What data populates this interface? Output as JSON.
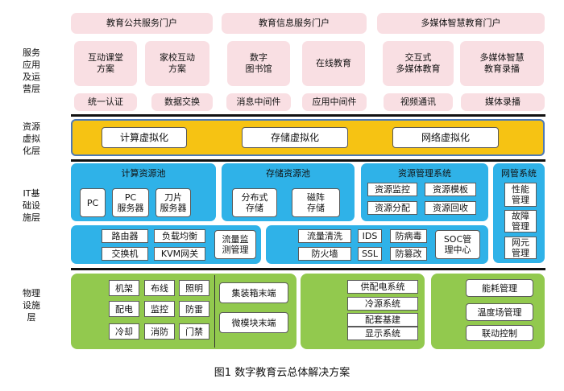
{
  "layers": {
    "service": "服务\n应用\n及运\n营层",
    "resource": "资源\n虚拟\n化层",
    "it": "IT基\n础设\n施层",
    "physical": "物理\n设施\n层"
  },
  "portals": [
    "教育公共服务门户",
    "教育信息服务门户",
    "多媒体智慧教育门户"
  ],
  "apps": [
    "互动课堂\n方案",
    "家校互动\n方案",
    "数字\n图书馆",
    "在线教育",
    "交互式\n多媒体教育",
    "多媒体智慧\n教育录播"
  ],
  "services": [
    "统一认证",
    "数据交换",
    "消息中间件",
    "应用中间件",
    "视频通讯",
    "媒体录播"
  ],
  "virtualization": [
    "计算虚拟化",
    "存储虚拟化",
    "网络虚拟化"
  ],
  "it": {
    "compute_pool": {
      "title": "计算资源池",
      "items": [
        "PC",
        "PC\n服务器",
        "刀片\n服务器"
      ]
    },
    "storage_pool": {
      "title": "存储资源池",
      "items": [
        "分布式\n存储",
        "磁阵\n存储"
      ]
    },
    "resource_mgmt": {
      "title": "资源管理系统",
      "items": [
        "资源监控",
        "资源模板",
        "资源分配",
        "资源回收"
      ]
    },
    "network_mgmt": {
      "title": "网管系统",
      "items": [
        "性能\n管理",
        "故障\n管理",
        "网元\n管理"
      ]
    },
    "network": {
      "items": [
        "路由器",
        "负载均衡",
        "交换机",
        "KVM网关"
      ],
      "monitor": "流量监\n测管理"
    },
    "security": {
      "items": [
        "流量清洗",
        "IDS",
        "防病毒",
        "防火墙",
        "SSL",
        "防篡改"
      ],
      "soc": "SOC管\n理中心"
    }
  },
  "physical": {
    "facilities": [
      "机架",
      "布线",
      "照明",
      "配电",
      "监控",
      "防雷",
      "冷却",
      "消防",
      "门禁"
    ],
    "terminals": [
      "集装箱末端",
      "微模块末端"
    ],
    "systems": [
      "供配电系统",
      "冷源系统",
      "配套基建",
      "显示系统"
    ],
    "control": [
      "能耗管理",
      "温度场管理",
      "联动控制"
    ]
  },
  "caption": "图1  数字教育云总体解决方案"
}
